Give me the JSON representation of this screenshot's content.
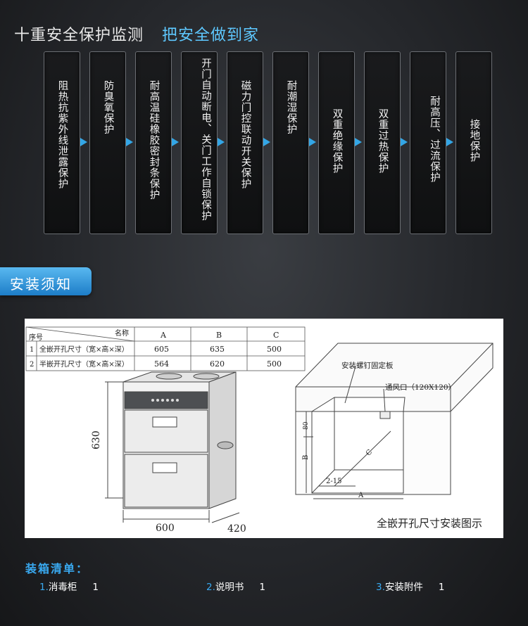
{
  "headline": {
    "main": "十重安全保护监测",
    "sub": "把安全做到家"
  },
  "features": [
    "阻热抗紫外线泄露保护",
    "防臭氧保护",
    "耐高温硅橡胶密封条保护",
    "开门自动断电、关门工作自锁保护",
    "磁力门控联动开关保护",
    "耐潮湿保护",
    "双重绝缘保护",
    "双重过热保护",
    "耐高压、过流保护",
    "接地保护"
  ],
  "install": {
    "title": "安装须知",
    "table": {
      "corner_top": "名称",
      "corner_bottom": "序号",
      "columns": [
        "A",
        "B",
        "C"
      ],
      "rows": [
        {
          "no": "1",
          "name": "全嵌开孔尺寸（宽×高×深）",
          "values": [
            "605",
            "635",
            "500"
          ]
        },
        {
          "no": "2",
          "name": "半嵌开孔尺寸（宽×高×深）",
          "values": [
            "564",
            "620",
            "500"
          ]
        }
      ]
    },
    "dims": {
      "height": "630",
      "width": "600",
      "depth": "420"
    },
    "labels": {
      "screw": "安装螺钉固定板",
      "vent": "通风口（120X120）",
      "d80": "80",
      "dB": "B",
      "dC": "C",
      "d215": "2-15",
      "dA": "A",
      "caption": "全嵌开孔尺寸安装图示"
    }
  },
  "packing": {
    "title": "装箱清单：",
    "items": [
      {
        "num": "1.",
        "name": "消毒柜",
        "qty": "1"
      },
      {
        "num": "2.",
        "name": "说明书",
        "qty": "1"
      },
      {
        "num": "3.",
        "name": "安装附件",
        "qty": "1"
      }
    ]
  },
  "colors": {
    "accent": "#39a9f0",
    "badge": "#2d8fd6"
  }
}
